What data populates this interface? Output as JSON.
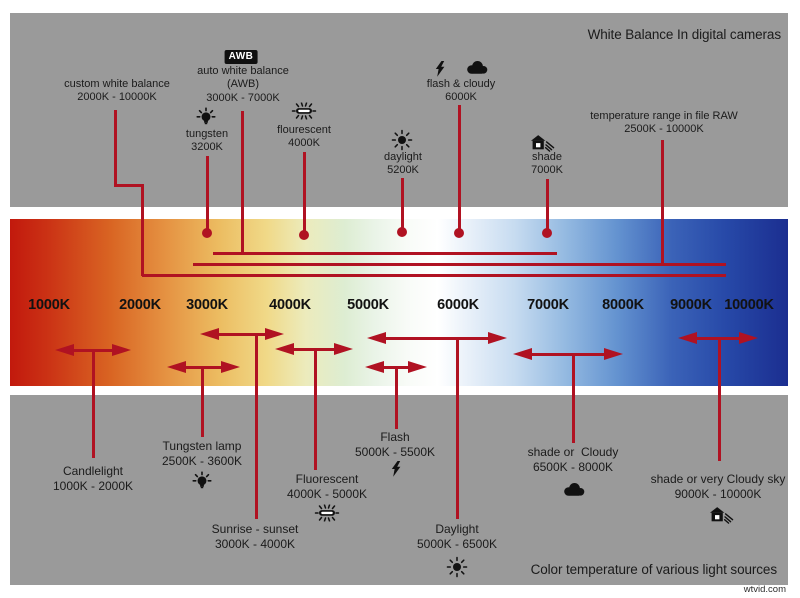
{
  "header": {
    "title": "White Balance In digital cameras"
  },
  "footer": {
    "caption": "Color temperature of various light sources",
    "watermark": "wtvid.com"
  },
  "colors": {
    "accent_red": "#b01222",
    "panel_gray": "#9a9a9a",
    "badge_bg": "#101010",
    "badge_text": "#ffffff",
    "text": "#1b1b1b"
  },
  "scale": {
    "unit": "Kelvin",
    "ticks": [
      "1000K",
      "2000K",
      "3000K",
      "4000K",
      "5000K",
      "6000K",
      "7000K",
      "8000K",
      "9000K",
      "10000K"
    ]
  },
  "top_items": [
    {
      "id": "custom-white-balance",
      "label": "custom white balance",
      "range": "2000K - 10000K",
      "kelvin_min": 2000,
      "kelvin_max": 10000
    },
    {
      "id": "auto-white-balance",
      "badge": "AWB",
      "label": "auto white balance",
      "label2": "(AWB)",
      "range": "3000K - 7000K",
      "kelvin_min": 3000,
      "kelvin_max": 7000
    },
    {
      "id": "tungsten",
      "label": "tungsten",
      "range": "3200K",
      "kelvin": 3200,
      "icon": "tungsten-bulb-icon"
    },
    {
      "id": "flourescent",
      "label": "flourescent",
      "range": "4000K",
      "kelvin": 4000,
      "icon": "fluorescent-tube-icon"
    },
    {
      "id": "daylight",
      "label": "daylight",
      "range": "5200K",
      "kelvin": 5200,
      "icon": "sun-icon"
    },
    {
      "id": "flash-cloudy",
      "label": "flash & cloudy",
      "range": "6000K",
      "kelvin": 6000,
      "icons": [
        "flash-bolt-icon",
        "cloud-icon"
      ]
    },
    {
      "id": "shade",
      "label": "shade",
      "range": "7000K",
      "kelvin": 7000,
      "icon": "shade-house-icon"
    },
    {
      "id": "raw-range",
      "label": "temperature range in file RAW",
      "range": "2500K - 10000K",
      "kelvin_min": 2500,
      "kelvin_max": 10000
    }
  ],
  "bottom_items": [
    {
      "id": "candlelight",
      "label": "Candlelight",
      "range": "1000K - 2000K",
      "kelvin_min": 1000,
      "kelvin_max": 2000
    },
    {
      "id": "tungsten-lamp",
      "label": "Tungsten lamp",
      "range": "2500K - 3600K",
      "kelvin_min": 2500,
      "kelvin_max": 3600,
      "icon": "tungsten-bulb-icon"
    },
    {
      "id": "sunrise-sunset",
      "label": "Sunrise - sunset",
      "range": "3000K - 4000K",
      "kelvin_min": 3000,
      "kelvin_max": 4000
    },
    {
      "id": "fluorescent",
      "label": "Fluorescent",
      "range": "4000K - 5000K",
      "kelvin_min": 4000,
      "kelvin_max": 5000,
      "icon": "fluorescent-tube-icon"
    },
    {
      "id": "flash",
      "label": "Flash",
      "range": "5000K - 5500K",
      "kelvin_min": 5000,
      "kelvin_max": 5500,
      "icon": "flash-bolt-icon"
    },
    {
      "id": "daylight-source",
      "label": "Daylight",
      "range": "5000K - 6500K",
      "kelvin_min": 5000,
      "kelvin_max": 6500,
      "icon": "sun-icon"
    },
    {
      "id": "shade-or-cloudy",
      "label": "shade or  Cloudy",
      "range": "6500K - 8000K",
      "kelvin_min": 6500,
      "kelvin_max": 8000,
      "icon": "cloud-icon"
    },
    {
      "id": "shade-very-cloudy",
      "label": "shade or very Cloudy sky",
      "range": "9000K - 10000K",
      "kelvin_min": 9000,
      "kelvin_max": 10000,
      "icon": "shade-house-icon"
    }
  ]
}
